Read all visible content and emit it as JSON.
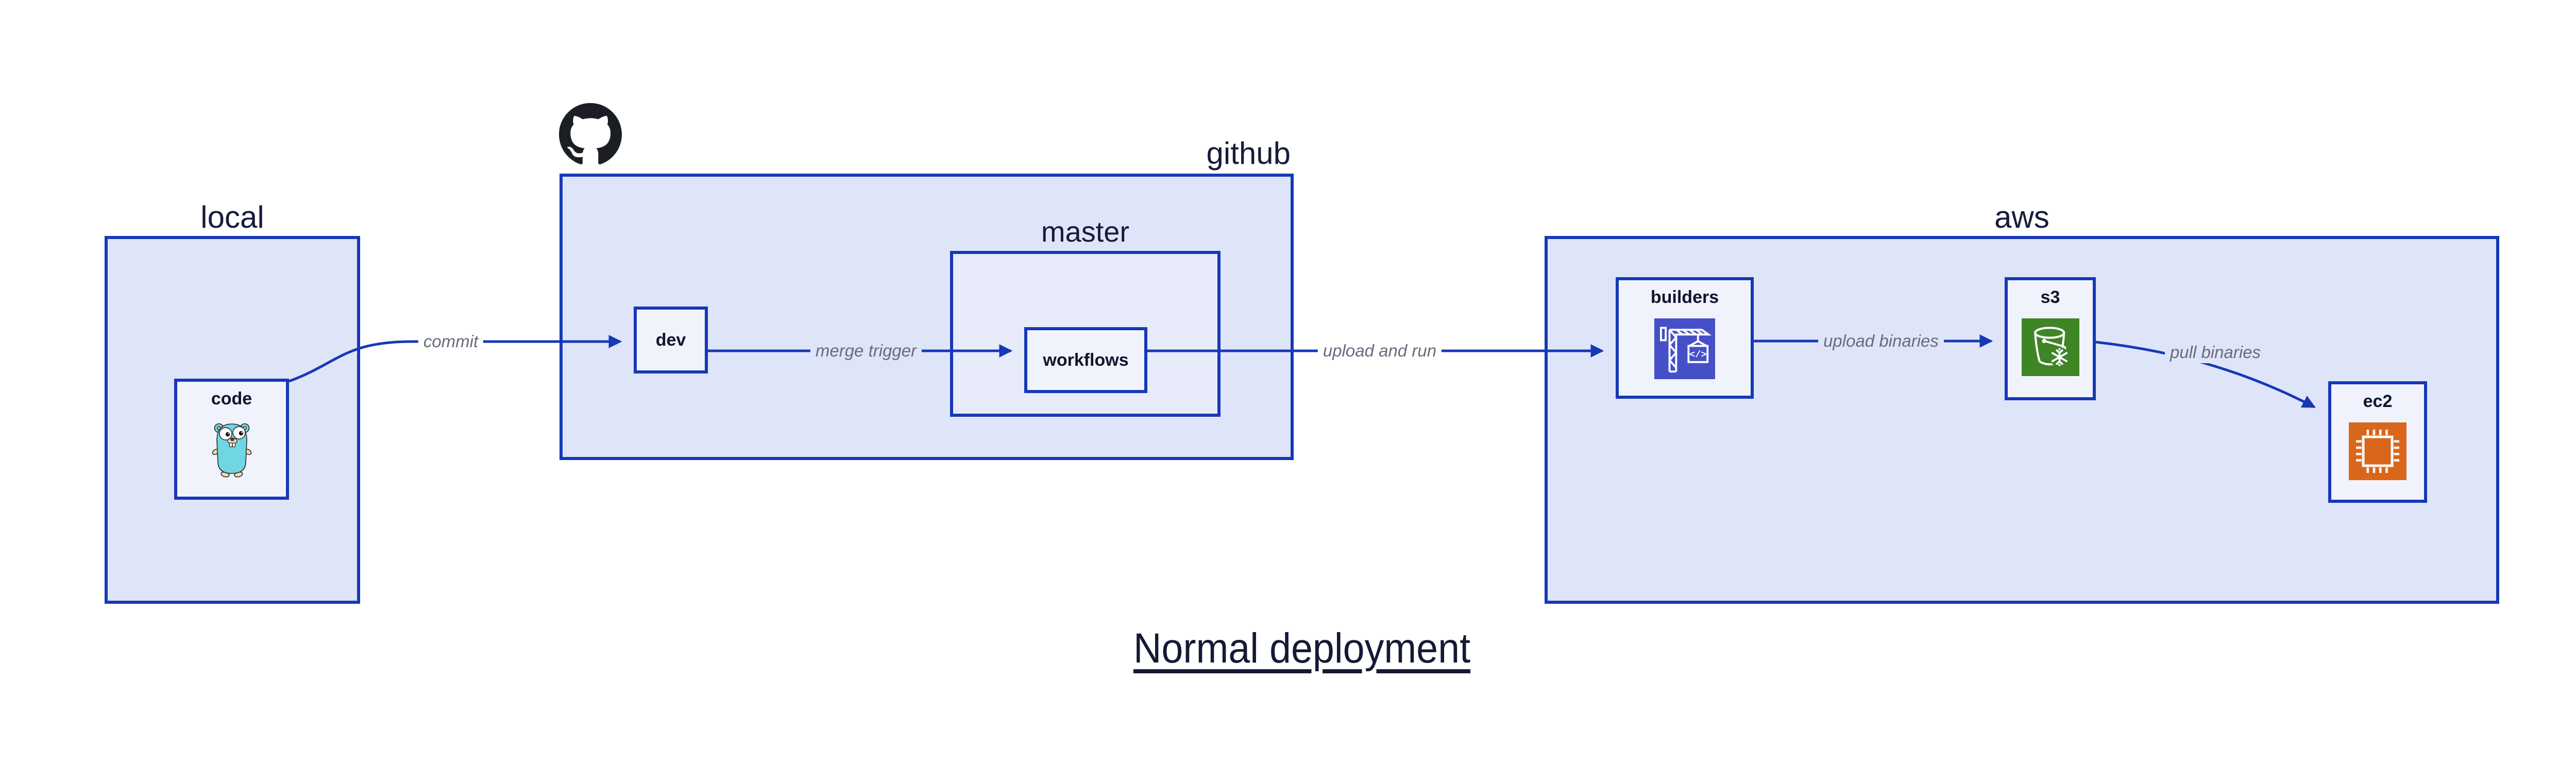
{
  "title": "Normal deployment",
  "containers": {
    "local": {
      "label": "local"
    },
    "github": {
      "label": "github",
      "logo": "github-octocat-icon"
    },
    "master": {
      "label": "master"
    },
    "aws": {
      "label": "aws"
    }
  },
  "nodes": {
    "code": {
      "label": "code",
      "icon": "go-gopher-icon"
    },
    "dev": {
      "label": "dev"
    },
    "workflows": {
      "label": "workflows"
    },
    "builders": {
      "label": "builders",
      "icon": "codebuild-crane-icon"
    },
    "s3": {
      "label": "s3",
      "icon": "s3-glacier-bucket-icon"
    },
    "ec2": {
      "label": "ec2",
      "icon": "ec2-chip-icon"
    }
  },
  "edges": {
    "commit": {
      "label": "commit",
      "from": "code",
      "to": "dev"
    },
    "merge_trigger": {
      "label": "merge trigger",
      "from": "dev",
      "to": "workflows"
    },
    "upload_and_run": {
      "label": "upload and run",
      "from": "workflows",
      "to": "builders"
    },
    "upload_binaries": {
      "label": "upload binaries",
      "from": "builders",
      "to": "s3"
    },
    "pull_binaries": {
      "label": "pull binaries",
      "from": "s3",
      "to": "ec2"
    }
  },
  "icons": {
    "codebuild_glyph": "</>"
  },
  "colors": {
    "border_blue": "#1638b8",
    "container_fill": "#dfe5f8",
    "master_fill": "#e7ebfa",
    "node_fill": "#f0f3fc",
    "label_navy": "#151c3a",
    "edge_label_gray": "#676c7c",
    "codebuild_purple": "#444fc8",
    "s3_green": "#3e8526",
    "ec2_orange": "#d9671b",
    "octocat_black": "#1b1f23",
    "gopher_teal": "#6fd6e2"
  }
}
